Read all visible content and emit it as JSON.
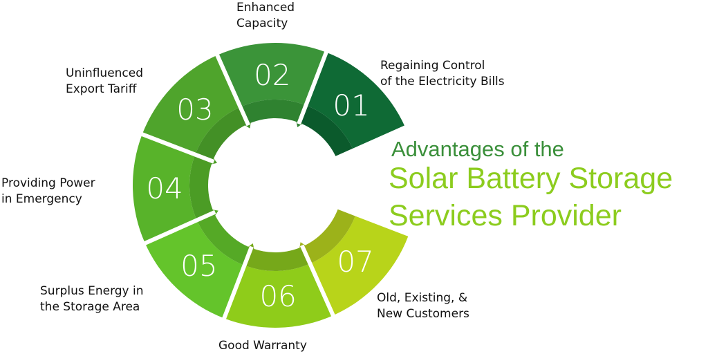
{
  "title": {
    "line1": "Advantages of the",
    "line2": "Solar Battery Storage",
    "line3": "Services Provider",
    "line1_color": "#3a8f3a",
    "line23_color": "#8ccc1e"
  },
  "segments": [
    {
      "number": "01",
      "label": [
        "Regaining Control",
        "of the Electricity Bills"
      ],
      "color": "#0f6a35",
      "inner": "#0b5a2c"
    },
    {
      "number": "02",
      "label": [
        "Enhanced",
        "Capacity"
      ],
      "color": "#3b9439",
      "inner": "#2f8230"
    },
    {
      "number": "03",
      "label": [
        "Uninfluenced",
        "Export Tariff"
      ],
      "color": "#4fa42c",
      "inner": "#439026"
    },
    {
      "number": "04",
      "label": [
        "Providing Power",
        "in Emergency"
      ],
      "color": "#58b32a",
      "inner": "#4b9c25"
    },
    {
      "number": "05",
      "label": [
        "Surplus Energy in",
        "the Storage Area"
      ],
      "color": "#64c42b",
      "inner": "#55a926"
    },
    {
      "number": "06",
      "label": [
        "Good Warranty"
      ],
      "color": "#8fcc1a",
      "inner": "#76a81a"
    },
    {
      "number": "07",
      "label": [
        "Old, Existing, &",
        "New Customers"
      ],
      "color": "#b8d41a",
      "inner": "#9cb21a"
    }
  ]
}
